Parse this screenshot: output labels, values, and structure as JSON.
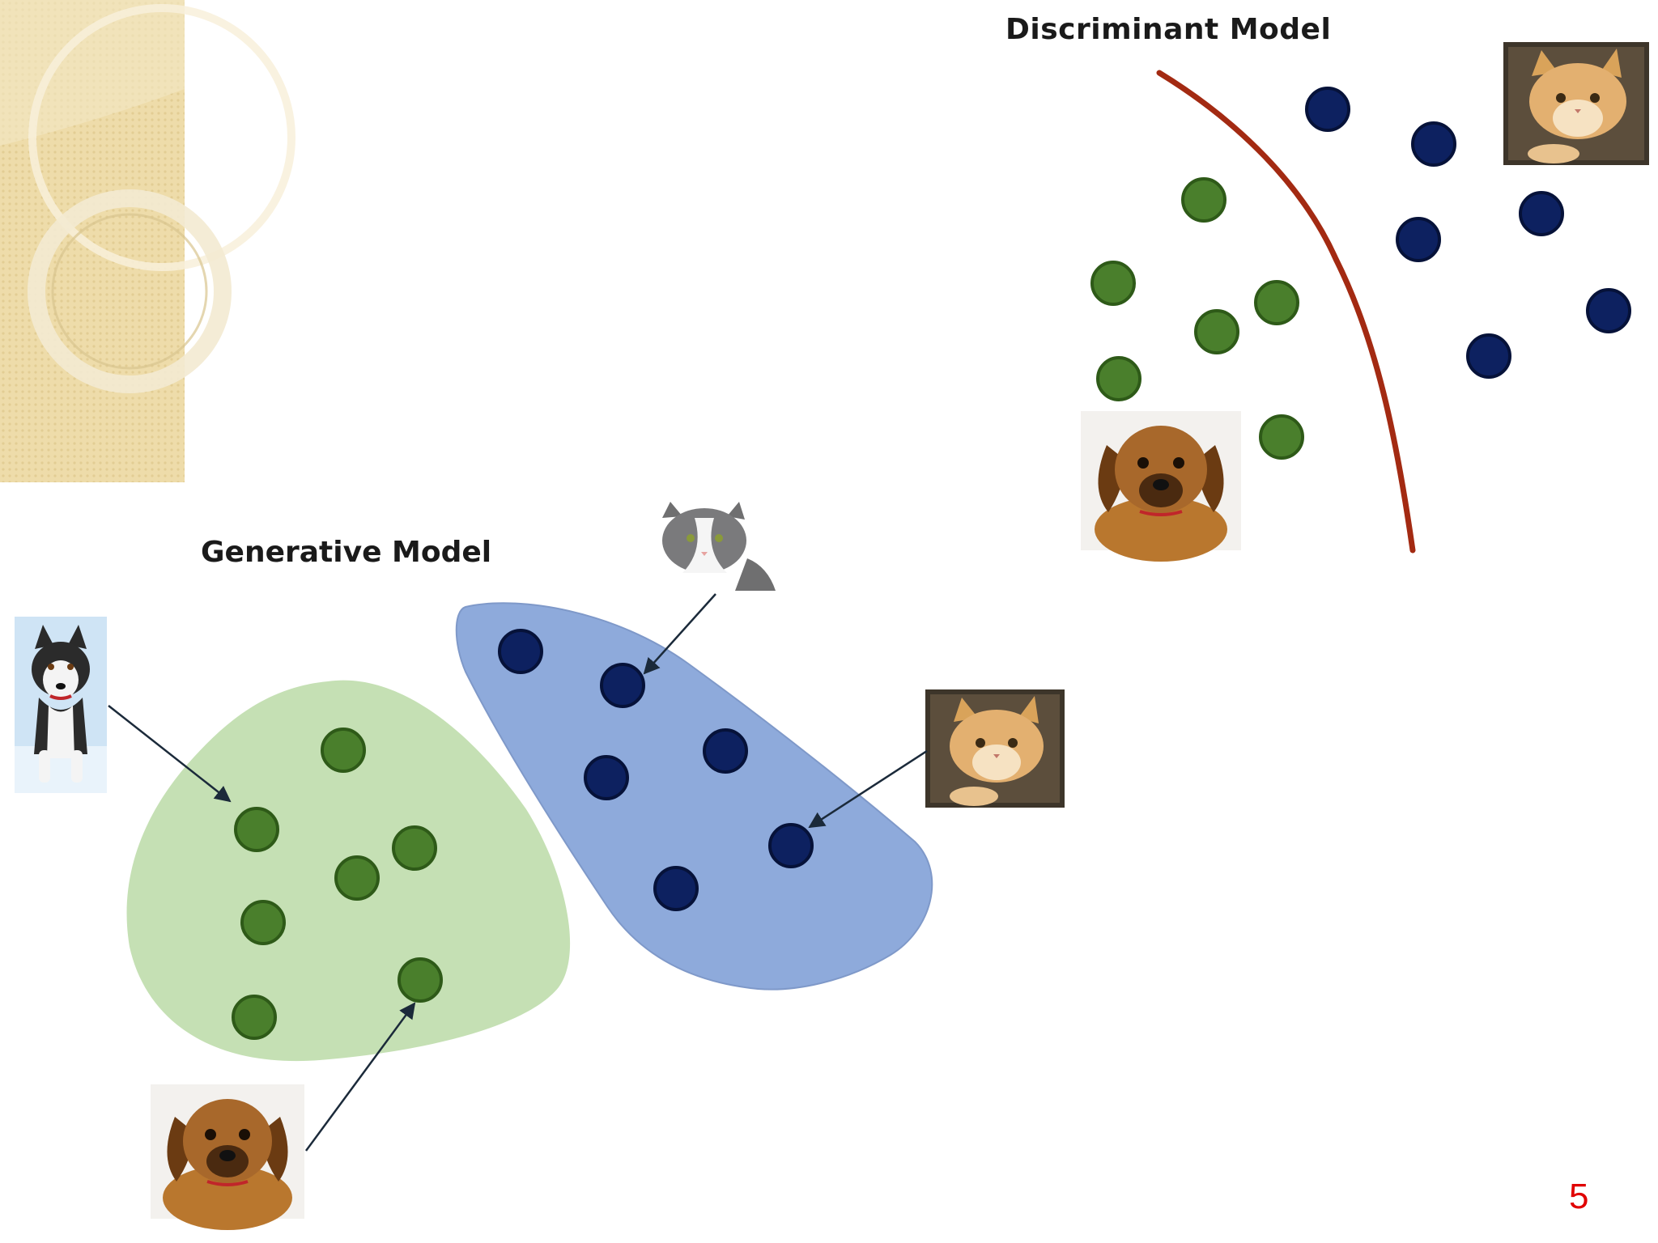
{
  "discriminant": {
    "title": "Discriminant Model"
  },
  "generative": {
    "title": "Generative Model"
  },
  "slide": {
    "page_number": "5"
  },
  "colors": {
    "dog_class": "#4a7f2c",
    "cat_class": "#0d2160",
    "dog_region": "#c5e0b4",
    "cat_region": "#8eaadb",
    "decision_boundary": "#a32a12",
    "page_number": "#e00000"
  }
}
